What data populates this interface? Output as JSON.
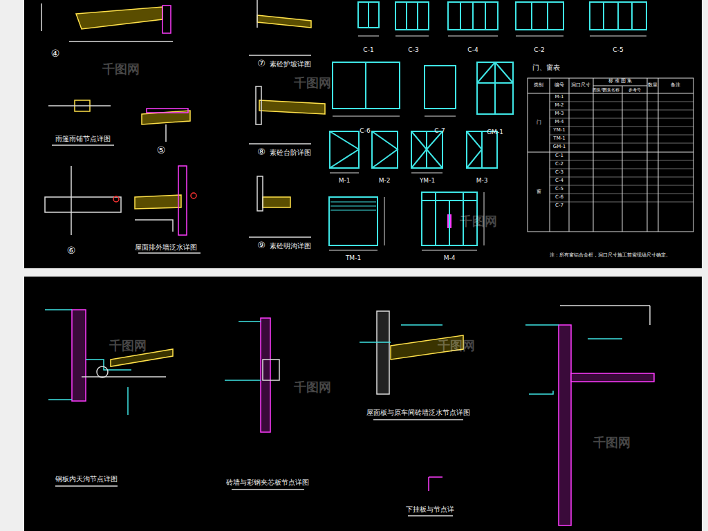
{
  "diagram": {
    "labels": [
      "④",
      "雨篷雨铺节点详图",
      "⑤",
      "⑥",
      "屋面排外墙泛水详图",
      "⑦",
      "素砼护坡详图",
      "⑧",
      "素砼台阶详图",
      "⑨",
      "素砼明沟详图",
      "C-1",
      "C-3",
      "C-4",
      "C-2",
      "C-5",
      "C-6",
      "C-7",
      "GM-1",
      "M-1",
      "M-2",
      "YM-1",
      "M-3",
      "TM-1",
      "M-4",
      "门、窗表",
      "类别",
      "编号",
      "洞口尺寸",
      "标 准 图 集",
      "数量",
      "备注",
      "图集号",
      "图集名称",
      "参考号",
      "门",
      "M-1",
      "M-2",
      "M-3",
      "M-4",
      "YM-1",
      "TM-1",
      "GM-1",
      "窗",
      "C-1",
      "C-2",
      "C-3",
      "C-4",
      "C-5",
      "C-6",
      "C-7",
      "注：所有窗铝合金框，洞口尺寸施工前需现场尺寸确定。",
      "钢板内天沟节点详图",
      "砖墙与彩钢夹芯板节点详图",
      "屋面板与原车间砖墙泛水节点详图",
      "下挂板与节点详",
      "千图网",
      "千图网",
      "千图网",
      "千图网",
      "千图网",
      "千图网",
      "千图网"
    ]
  }
}
